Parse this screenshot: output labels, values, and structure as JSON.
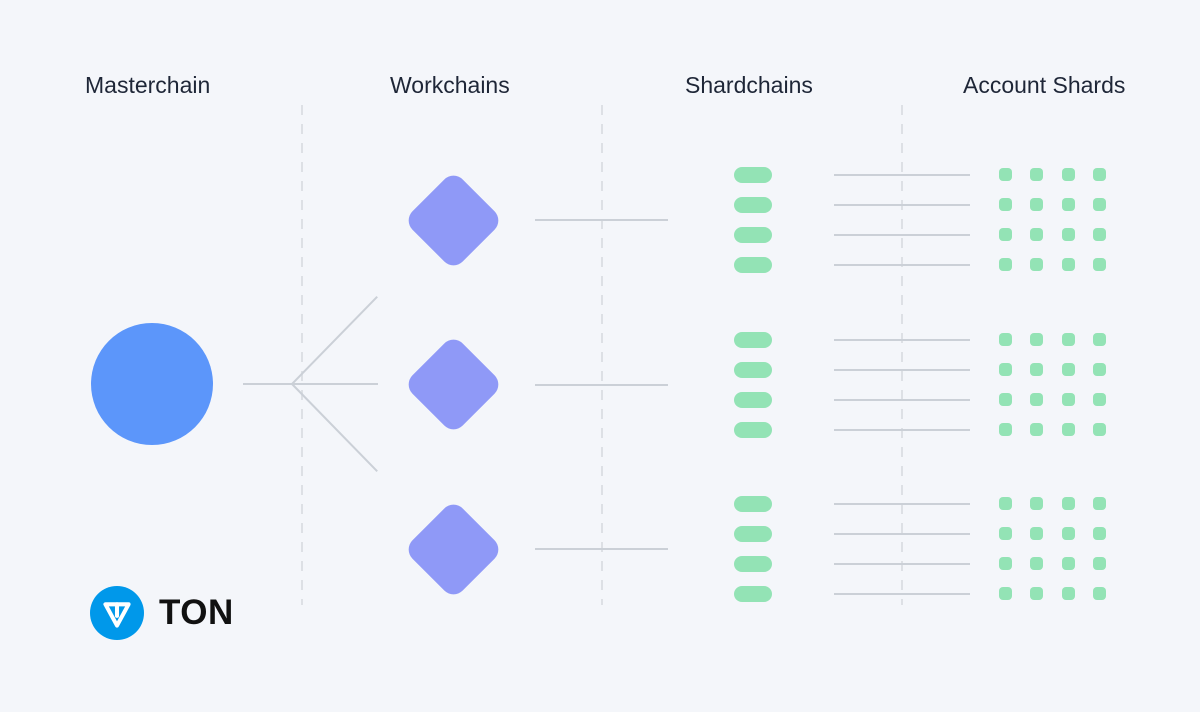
{
  "diagram": {
    "columns": [
      {
        "id": "masterchain",
        "label": "Masterchain"
      },
      {
        "id": "workchains",
        "label": "Workchains"
      },
      {
        "id": "shardchains",
        "label": "Shardchains"
      },
      {
        "id": "account-shards",
        "label": "Account Shards"
      }
    ],
    "structure": {
      "masterchains": 1,
      "workchains": 3,
      "shardchains_per_workchain": 4,
      "account_shards_per_shardchain": 4
    },
    "colors": {
      "background": "#f4f6fa",
      "header_text": "#1e2637",
      "masterchain_circle": "#5c96fa",
      "workchain_diamond": "#8f99f7",
      "shard_green": "#93e3b5",
      "connector_line": "#cbd0d7",
      "dashed_guide": "#dde0e5"
    }
  },
  "logo": {
    "brand": "TON",
    "icon": "ton-diamond-icon",
    "circle_color": "#0098ea",
    "text_color": "#111111"
  }
}
